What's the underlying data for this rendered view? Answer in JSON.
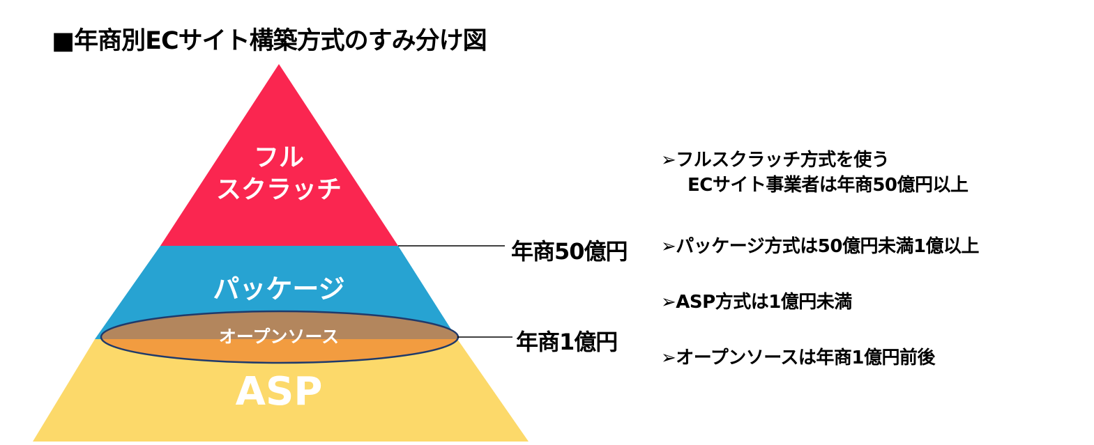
{
  "title": "■年商別ECサイト構築方式のすみ分け図",
  "colors": {
    "full_scratch": "#FA2650",
    "package": "#27A3D2",
    "asp": "#FCD96A",
    "open_source_top": "#B3865D",
    "open_source_bottom": "#F29C40",
    "ellipse_stroke": "#1F3A6B",
    "layer_text": "#FFFFFF"
  },
  "layers": {
    "full_scratch": {
      "line1": "フル",
      "line2": "スクラッチ"
    },
    "package": "パッケージ",
    "open_source": "オープンソース",
    "asp": "ASP"
  },
  "thresholds": {
    "upper": "年商50億円",
    "lower": "年商1億円"
  },
  "notes": [
    {
      "line1": "➢フルスクラッチ方式を使う",
      "line2": "ECサイト事業者は年商50億円以上"
    },
    {
      "line1": "➢パッケージ方式は50億円未満1億以上"
    },
    {
      "line1": "➢ASP方式は1億円未満"
    },
    {
      "line1": "➢オープンソースは年商1億円前後"
    }
  ]
}
